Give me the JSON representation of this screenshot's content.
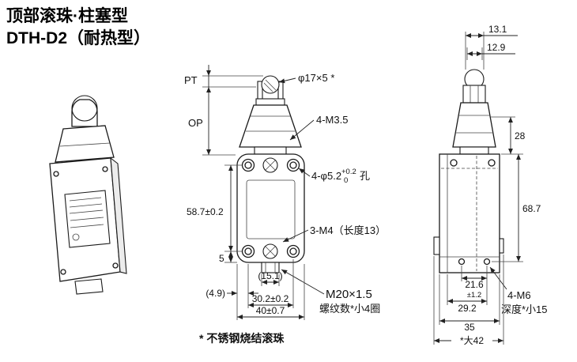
{
  "title": {
    "line1": "顶部滚珠·柱塞型",
    "line2": "DTH-D2（耐热型）"
  },
  "front_view": {
    "pt": "PT",
    "op": "OP",
    "roller": "φ17×5 *",
    "m35": "4-M3.5",
    "hole_main": "4-φ5.2",
    "hole_sup": "+0.2",
    "hole_sub": "0",
    "hole_unit": "孔",
    "h587": "58.7±0.2",
    "d5": "5",
    "m4": "3-M4（长度13）",
    "d151": "(15.1)",
    "d49": "(4.9)",
    "d302": "30.2±0.2",
    "d40": "40±0.7",
    "m20": "M20×1.5",
    "m20_note": "螺纹数*小4圈"
  },
  "side_view": {
    "d131": "13.1",
    "d129": "12.9",
    "d28": "28",
    "d687": "68.7",
    "d216": "21.6",
    "tol12": "±1.2",
    "d292": "29.2",
    "m6": "4-M6",
    "m6_note": "深度*小15",
    "d35": "35",
    "d42": "*大42"
  },
  "footnote": "* 不锈钢烧结滚珠"
}
